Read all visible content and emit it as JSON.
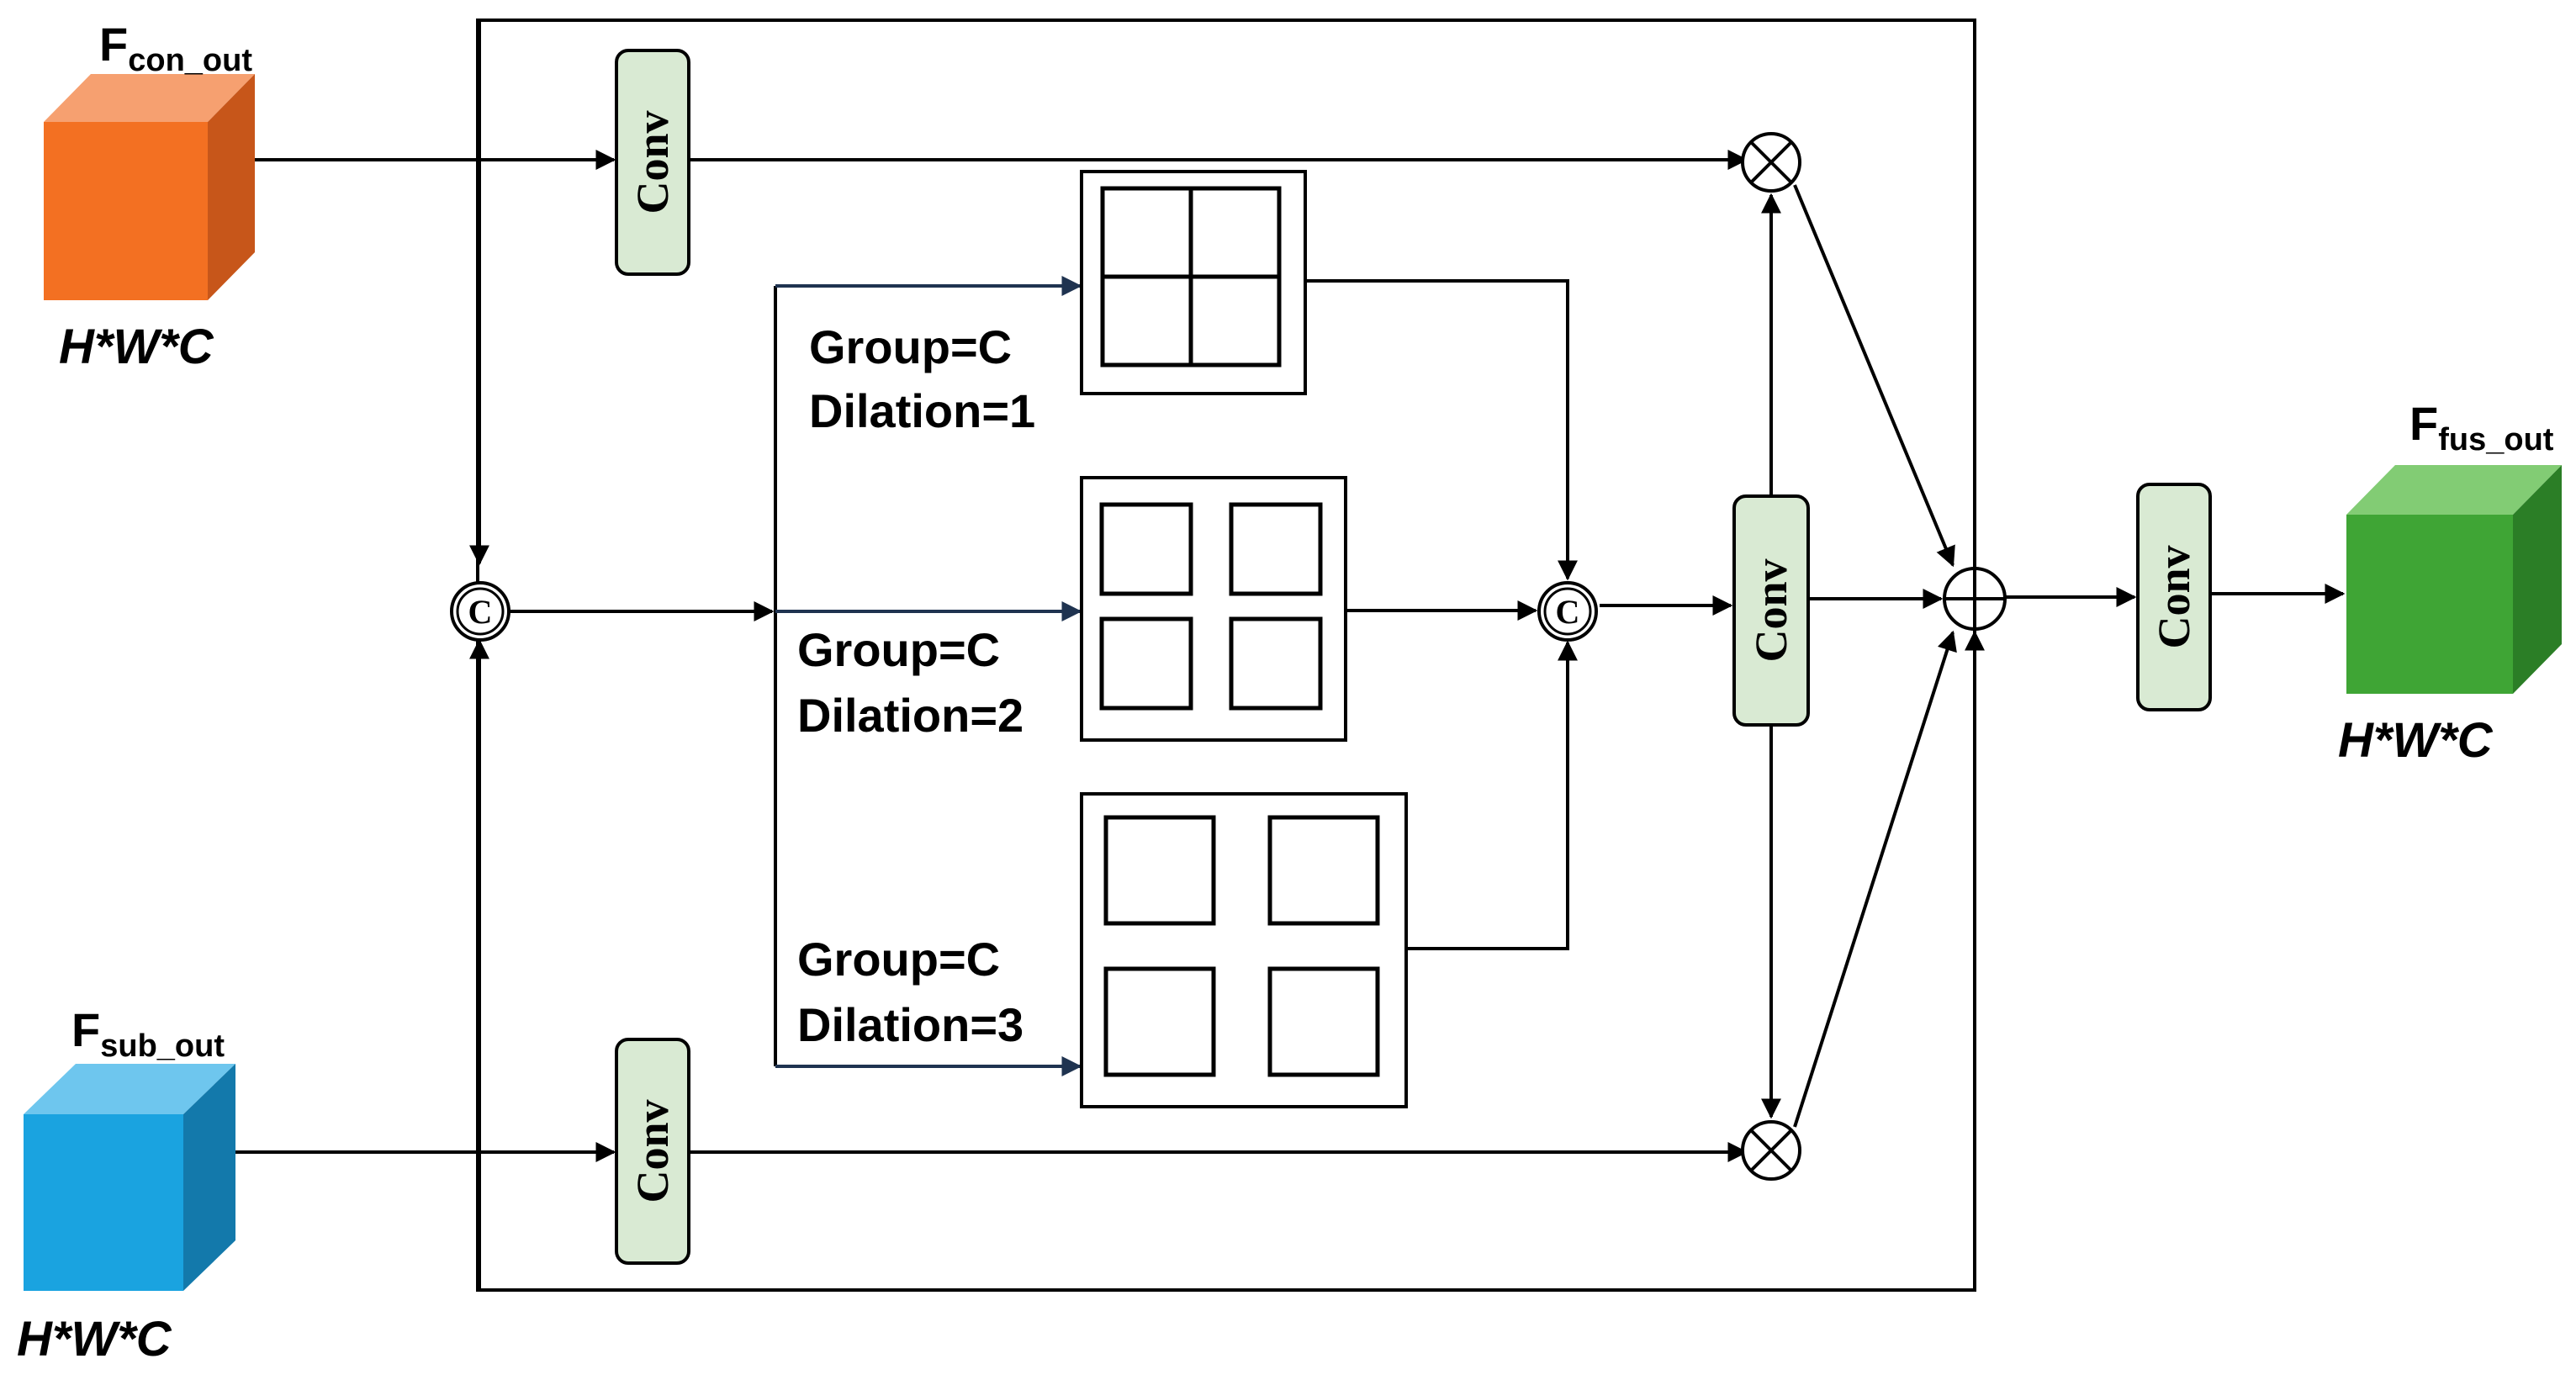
{
  "inputs": {
    "con": {
      "label_main": "F",
      "label_sub": "con_out",
      "dims": "H*W*C"
    },
    "sub": {
      "label_main": "F",
      "label_sub": "sub_out",
      "dims": "H*W*C"
    }
  },
  "output": {
    "label_main": "F",
    "label_sub": "fus_out",
    "dims": "H*W*C"
  },
  "conv_label": "Conv",
  "concat_symbol": "C",
  "branches": [
    {
      "group": "Group=C",
      "dilation": "Dilation=1"
    },
    {
      "group": "Group=C",
      "dilation": "Dilation=2"
    },
    {
      "group": "Group=C",
      "dilation": "Dilation=3"
    }
  ],
  "colors": {
    "orange_front": "#f37022",
    "orange_top": "#f6a070",
    "orange_side": "#c7561a",
    "blue_front": "#1aa3e0",
    "blue_top": "#6ec6ee",
    "blue_side": "#1379ab",
    "green_front": "#3fa535",
    "green_top": "#82cc74",
    "green_side": "#2b7e26",
    "conv_fill": "#d9ead3"
  }
}
